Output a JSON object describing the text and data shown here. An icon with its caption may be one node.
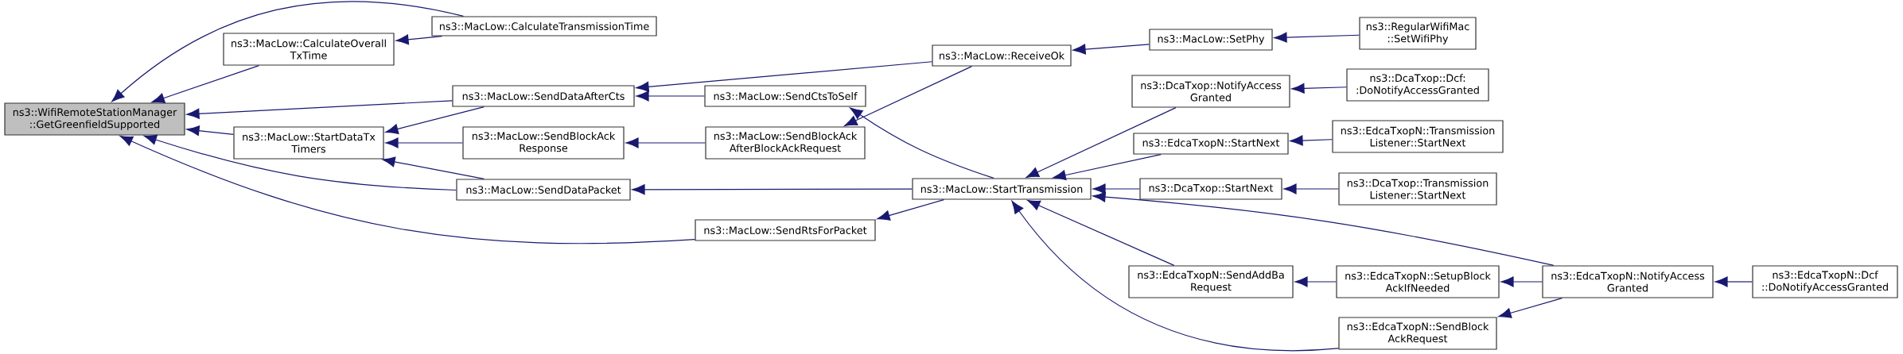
{
  "diagram": {
    "nodes": [
      {
        "text": [
          "ns3::WifiRemoteStationManager ::GetGreenfieldSupported"
        ]
      },
      {
        "text": [
          "ns3::MacLow::CalculateOverall TxTime"
        ]
      },
      {
        "text": [
          "ns3::MacLow::CalculateTransmissionTime"
        ]
      },
      {
        "text": [
          "ns3::MacLow::SendDataAfterCts"
        ]
      },
      {
        "text": [
          "ns3::MacLow::StartDataTx Timers"
        ]
      },
      {
        "text": [
          "ns3::MacLow::SendBlockAck Response"
        ]
      },
      {
        "text": [
          "ns3::MacLow::SendDataPacket"
        ]
      },
      {
        "text": [
          "ns3::MacLow::SendRtsForPacket"
        ]
      },
      {
        "text": [
          "ns3::MacLow::SendCtsToSelf"
        ]
      },
      {
        "text": [
          "ns3::MacLow::SendBlockAck AfterBlockAckRequest"
        ]
      },
      {
        "text": [
          "ns3::MacLow::ReceiveOk"
        ]
      },
      {
        "text": [
          "ns3::MacLow::StartTransmission"
        ]
      },
      {
        "text": [
          "ns3::MacLow::SetPhy"
        ]
      },
      {
        "text": [
          "ns3::DcaTxop::NotifyAccess Granted"
        ]
      },
      {
        "text": [
          "ns3::EdcaTxopN::StartNext"
        ]
      },
      {
        "text": [
          "ns3::DcaTxop::StartNext"
        ]
      },
      {
        "text": [
          "ns3::EdcaTxopN::SendAddBa Request"
        ]
      },
      {
        "text": [
          "ns3::RegularWifiMac ::SetWifiPhy"
        ]
      },
      {
        "text": [
          "ns3::DcaTxop::Dcf: :DoNotifyAccessGranted"
        ]
      },
      {
        "text": [
          "ns3::EdcaTxopN::Transmission Listener::StartNext"
        ]
      },
      {
        "text": [
          "ns3::DcaTxop::Transmission Listener::StartNext"
        ]
      },
      {
        "text": [
          "ns3::EdcaTxopN::SetupBlock AckIfNeeded"
        ]
      },
      {
        "text": [
          "ns3::EdcaTxopN::SendBlock AckRequest"
        ]
      },
      {
        "text": [
          "ns3::EdcaTxopN::NotifyAccess Granted"
        ]
      },
      {
        "text": [
          "ns3::EdcaTxopN::Dcf ::DoNotifyAccessGranted"
        ]
      }
    ],
    "edges": [
      {
        "from": 1,
        "to": 0,
        "arrow": "to"
      },
      {
        "from": 2,
        "to": 0,
        "arrow": "to"
      },
      {
        "from": 2,
        "to": 1,
        "arrow": "to"
      },
      {
        "from": 3,
        "to": 0,
        "arrow": "to"
      },
      {
        "from": 4,
        "to": 0,
        "arrow": "to"
      },
      {
        "from": 6,
        "to": 0,
        "arrow": "to"
      },
      {
        "from": 7,
        "to": 0,
        "arrow": "to"
      },
      {
        "from": 3,
        "to": 4,
        "arrow": "to"
      },
      {
        "from": 5,
        "to": 4,
        "arrow": "to"
      },
      {
        "from": 6,
        "to": 4,
        "arrow": "to"
      },
      {
        "from": 10,
        "to": 3,
        "arrow": "to"
      },
      {
        "from": 8,
        "to": 3,
        "arrow": "to"
      },
      {
        "from": 9,
        "to": 5,
        "arrow": "to"
      },
      {
        "from": 11,
        "to": 6,
        "arrow": "to"
      },
      {
        "from": 11,
        "to": 7,
        "arrow": "to"
      },
      {
        "from": 11,
        "to": 8,
        "arrow": "to"
      },
      {
        "from": 10,
        "to": 9,
        "arrow": "to"
      },
      {
        "from": 12,
        "to": 10,
        "arrow": "to"
      },
      {
        "from": 13,
        "to": 11,
        "arrow": "to"
      },
      {
        "from": 14,
        "to": 11,
        "arrow": "to"
      },
      {
        "from": 15,
        "to": 11,
        "arrow": "to"
      },
      {
        "from": 23,
        "to": 11,
        "arrow": "to"
      },
      {
        "from": 16,
        "to": 11,
        "arrow": "to"
      },
      {
        "from": 22,
        "to": 11,
        "arrow": "to"
      },
      {
        "from": 17,
        "to": 12,
        "arrow": "to"
      },
      {
        "from": 18,
        "to": 13,
        "arrow": "to"
      },
      {
        "from": 19,
        "to": 14,
        "arrow": "to"
      },
      {
        "from": 20,
        "to": 15,
        "arrow": "to"
      },
      {
        "from": 21,
        "to": 16,
        "arrow": "to"
      },
      {
        "from": 23,
        "to": 21,
        "arrow": "to"
      },
      {
        "from": 23,
        "to": 22,
        "arrow": "to"
      },
      {
        "from": 24,
        "to": 23,
        "arrow": "to"
      }
    ]
  }
}
